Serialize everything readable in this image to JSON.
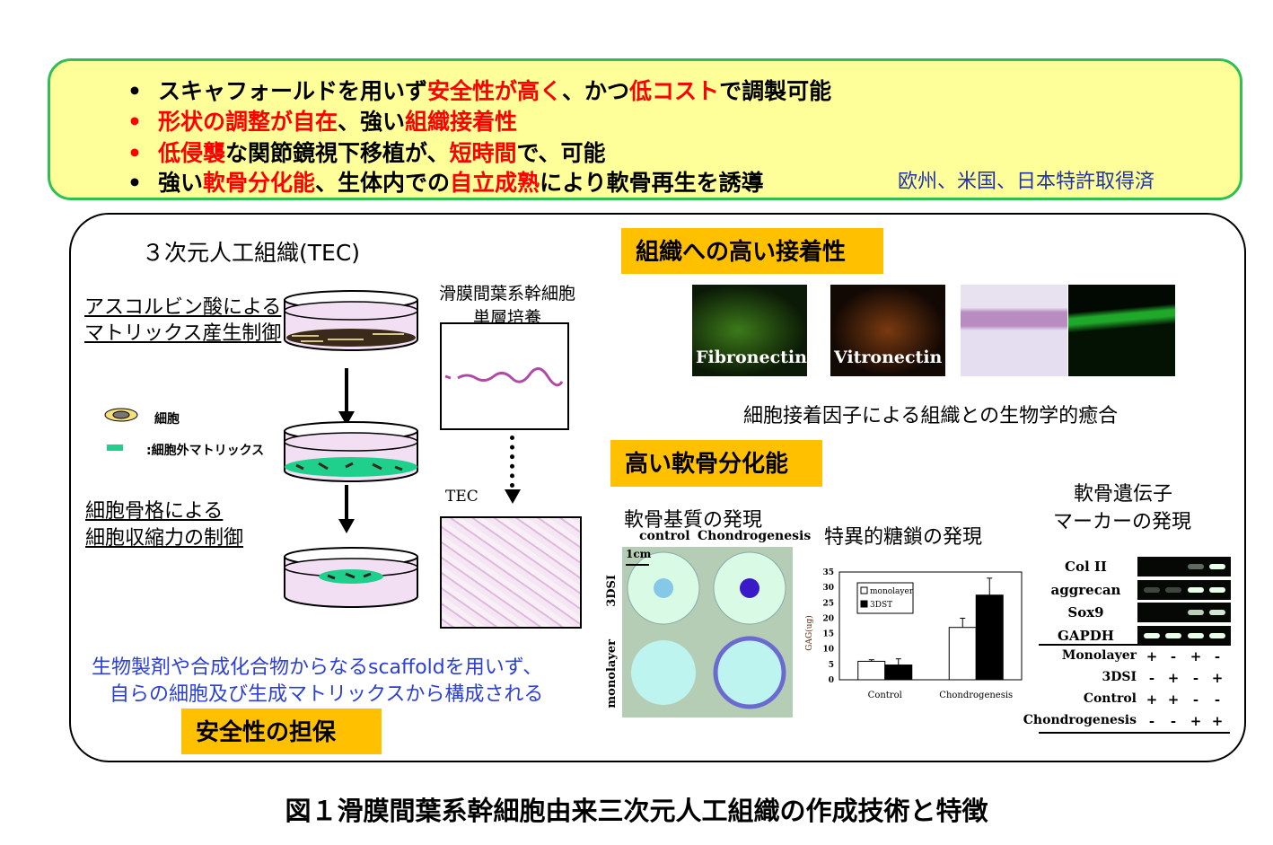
{
  "summary": {
    "bullets": [
      {
        "segments": [
          {
            "text": "スキャフォールドを用いず",
            "red": false
          },
          {
            "text": "安全性が高く",
            "red": true
          },
          {
            "text": "、かつ",
            "red": false
          },
          {
            "text": "低コスト",
            "red": true
          },
          {
            "text": "で調製可能",
            "red": false
          }
        ],
        "bullet_red": false
      },
      {
        "segments": [
          {
            "text": "形状の調整が自在",
            "red": true
          },
          {
            "text": "、強い",
            "red": false
          },
          {
            "text": "組織接着性",
            "red": true
          }
        ],
        "bullet_red": true
      },
      {
        "segments": [
          {
            "text": "低侵襲",
            "red": true
          },
          {
            "text": "な関節鏡視下移植が、",
            "red": false
          },
          {
            "text": "短時間",
            "red": true
          },
          {
            "text": "で、可能",
            "red": false
          }
        ],
        "bullet_red": true
      },
      {
        "segments": [
          {
            "text": "強い",
            "red": false
          },
          {
            "text": "軟骨分化能",
            "red": true
          },
          {
            "text": "、生体内での",
            "red": false
          },
          {
            "text": "自立成熟",
            "red": true
          },
          {
            "text": "により軟骨再生を誘導",
            "red": false
          }
        ],
        "bullet_red": false
      }
    ],
    "bullet_char": "•",
    "patent": "欧州、米国、日本特許取得済"
  },
  "left": {
    "title": "３次元人工組織(TEC)",
    "ascorbic_line1": "アスコルビン酸による",
    "ascorbic_line2": "マトリックス産生制御",
    "cyto_line1": "細胞骨格による",
    "cyto_line2": "細胞収縮力の制御",
    "legend_cell": "細胞",
    "legend_ecm": ":細胞外マトリックス",
    "mono_line1": "滑膜間葉系幹細胞",
    "mono_line2": "単層培養",
    "tec_label": "TEC",
    "note_line1": "生物製剤や合成化合物からなるscaffoldを用いず、",
    "note_line2": "自らの細胞及び生成マトリックスから構成される",
    "safety": "安全性の担保"
  },
  "adhesion": {
    "title": "組織への高い接着性",
    "images": [
      "Fibronectin",
      "Vitronectin"
    ],
    "caption": "細胞接着因子による組織との生物学的癒合"
  },
  "chondro": {
    "title": "高い軟骨分化能",
    "matrix_title": "軟骨基質の発現",
    "col_labels": [
      "control",
      "Chondrogenesis"
    ],
    "row_labels": [
      "3DSI",
      "monolayer"
    ],
    "scale": "1cm",
    "gag_title": "特異的糖鎖の発現",
    "gene_title_line1": "軟骨遺伝子",
    "gene_title_line2": "マーカーの発現"
  },
  "chart_data": {
    "type": "bar",
    "categories": [
      "Control",
      "Chondrogenesis"
    ],
    "series": [
      {
        "name": "monolayer",
        "values": [
          6,
          17
        ],
        "errors": [
          0.5,
          3
        ],
        "color": "#ffffff"
      },
      {
        "name": "3DST",
        "values": [
          4.8,
          27.5
        ],
        "errors": [
          2,
          5.5
        ],
        "color": "#000000"
      }
    ],
    "ylabel": "GAG(ug)",
    "ylim": [
      0,
      35
    ],
    "yticks": [
      0,
      5,
      10,
      15,
      20,
      25,
      30,
      35
    ],
    "legend": "top-left"
  },
  "genes": {
    "rows": [
      {
        "name": "Col II",
        "bands": [
          0,
          0,
          0.4,
          1
        ]
      },
      {
        "name": "aggrecan",
        "bands": [
          0.25,
          0.25,
          1,
          1
        ]
      },
      {
        "name": "Sox9",
        "bands": [
          0,
          0,
          0.8,
          0.9
        ]
      },
      {
        "name": "GAPDH",
        "bands": [
          1,
          1,
          1,
          1
        ]
      }
    ],
    "conditions": [
      {
        "name": "Monolayer",
        "signs": [
          "+",
          "-",
          "+",
          "-"
        ]
      },
      {
        "name": "3DSI",
        "signs": [
          "-",
          "+",
          "-",
          "+"
        ]
      },
      {
        "name": "Control",
        "signs": [
          "+",
          "+",
          "-",
          "-"
        ]
      },
      {
        "name": "Chondrogenesis",
        "signs": [
          "-",
          "-",
          "+",
          "+"
        ]
      }
    ]
  },
  "caption": "図１滑膜間葉系幹細胞由来三次元人工組織の作成技術と特徴"
}
